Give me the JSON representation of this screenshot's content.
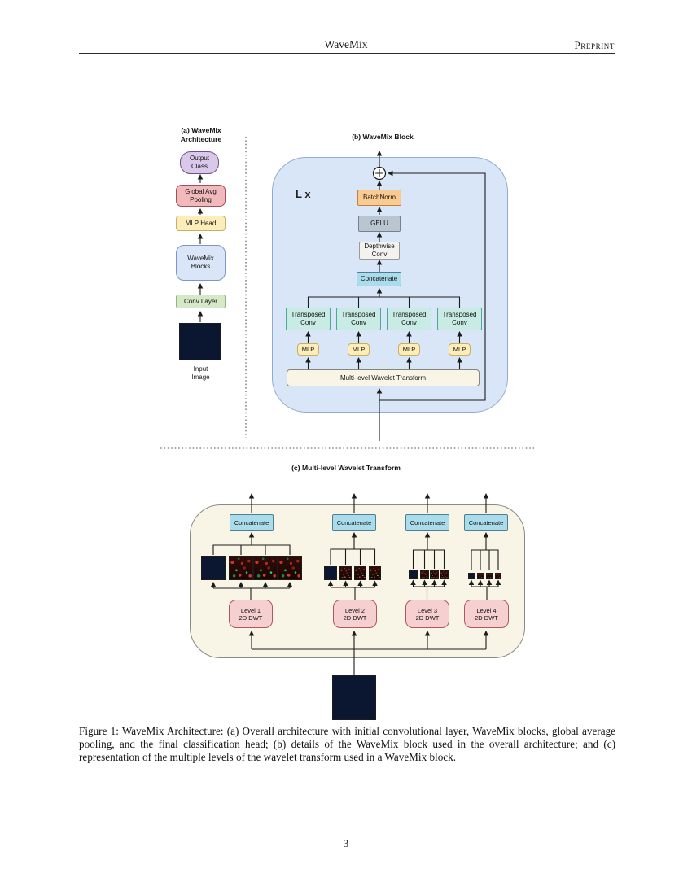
{
  "header": {
    "running_title": "WaveMix",
    "badge": "Preprint"
  },
  "figure": {
    "panel_a": {
      "title": "(a) WaveMix\nArchitecture",
      "output_class": "Output\nClass",
      "global_avg_pooling": "Global Avg\nPooling",
      "mlp_head": "MLP Head",
      "wavemix_blocks": "WaveMix\nBlocks",
      "conv_layer": "Conv Layer",
      "input_image_label": "Input\nImage"
    },
    "panel_b": {
      "title": "(b) WaveMix Block",
      "repeat_label": "L x",
      "batchnorm": "BatchNorm",
      "gelu": "GELU",
      "depthwise_conv": "Depthwise\nConv",
      "concatenate": "Concatenate",
      "transposed_conv": "Transposed\nConv",
      "mlp": "MLP",
      "wavelet_transform": "Multi-level Wavelet Transform"
    },
    "panel_c": {
      "title": "(c) Multi-level Wavelet Transform",
      "concatenate": "Concatenate",
      "levels": [
        "Level 1\n2D DWT",
        "Level 2\n2D DWT",
        "Level 3\n2D DWT",
        "Level 4\n2D DWT"
      ]
    }
  },
  "caption": "Figure 1: WaveMix Architecture: (a) Overall architecture with initial convolutional layer, WaveMix blocks, global average pooling, and the final classification head; (b) details of the WaveMix block used in the overall architecture; and (c) representation of the multiple levels of the wavelet transform used in a WaveMix block.",
  "page_number": "3",
  "colors": {
    "panel_b_background": "#d9e6f8",
    "panel_c_background": "#f8f4e6",
    "batchnorm_fill": "#facb90",
    "gelu_fill": "#b9c6d2",
    "concatenate_fill": "#aadcec",
    "transposed_conv_fill": "#c8ebe4",
    "mlp_fill": "#fdedb9",
    "level_dwt_fill": "#f6cfd1",
    "output_class_fill": "#d9c8ea",
    "global_avg_pooling_fill": "#f2b9bd",
    "wavemix_blocks_fill": "#dbe5f8",
    "conv_layer_fill": "#d5e8c8"
  }
}
